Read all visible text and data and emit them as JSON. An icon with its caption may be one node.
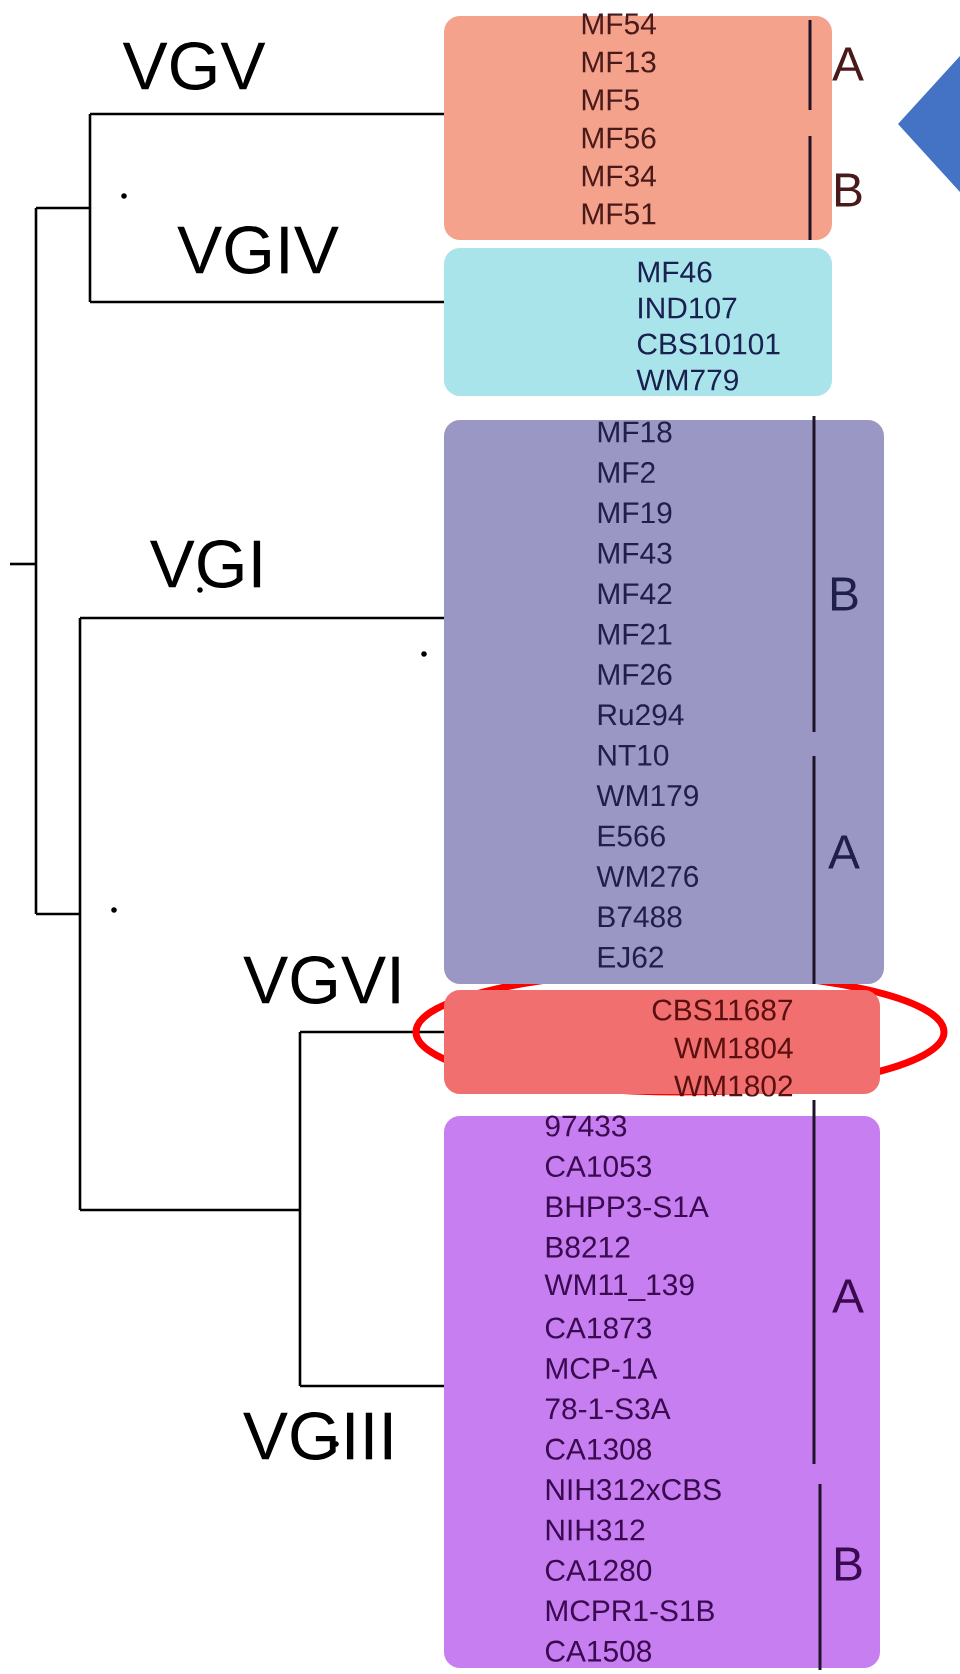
{
  "diagram": {
    "nodes": [
      {
        "text": [
          "MF54",
          "MF13",
          "MF5",
          "MF56",
          "MF34",
          "MF51"
        ],
        "beside": [
          "VGV"
        ]
      },
      {
        "text": [
          "MF46",
          "IND107",
          "CBS10101",
          "WM779"
        ],
        "beside": [
          "VGIV"
        ]
      },
      {
        "text": [
          "MF18",
          "MF2",
          "MF19",
          "MF43",
          "MF42",
          "MF21",
          "MF26",
          "Ru294",
          "NT10",
          "WM179",
          "E566",
          "WM276",
          "B7488",
          "EJ62"
        ],
        "beside": [
          "VGI"
        ]
      },
      {
        "text": [
          "CBS11687",
          "WM1804",
          "WM1802"
        ],
        "beside": [
          "VGVI"
        ]
      },
      {
        "text": [
          "97433",
          "CA1053",
          "BHPP3-S1A",
          "B8212",
          "WM11_139",
          "CA1873",
          "MCP-1A",
          "78-1-S3A",
          "CA1308",
          "NIH312xCBS",
          "NIH312",
          "CA1280",
          "MCPR1-S1B",
          "CA1508"
        ],
        "beside": [
          "VGIII"
        ]
      }
    ],
    "labels": [
      "A",
      "B",
      "B",
      "A",
      "A",
      "B"
    ]
  }
}
